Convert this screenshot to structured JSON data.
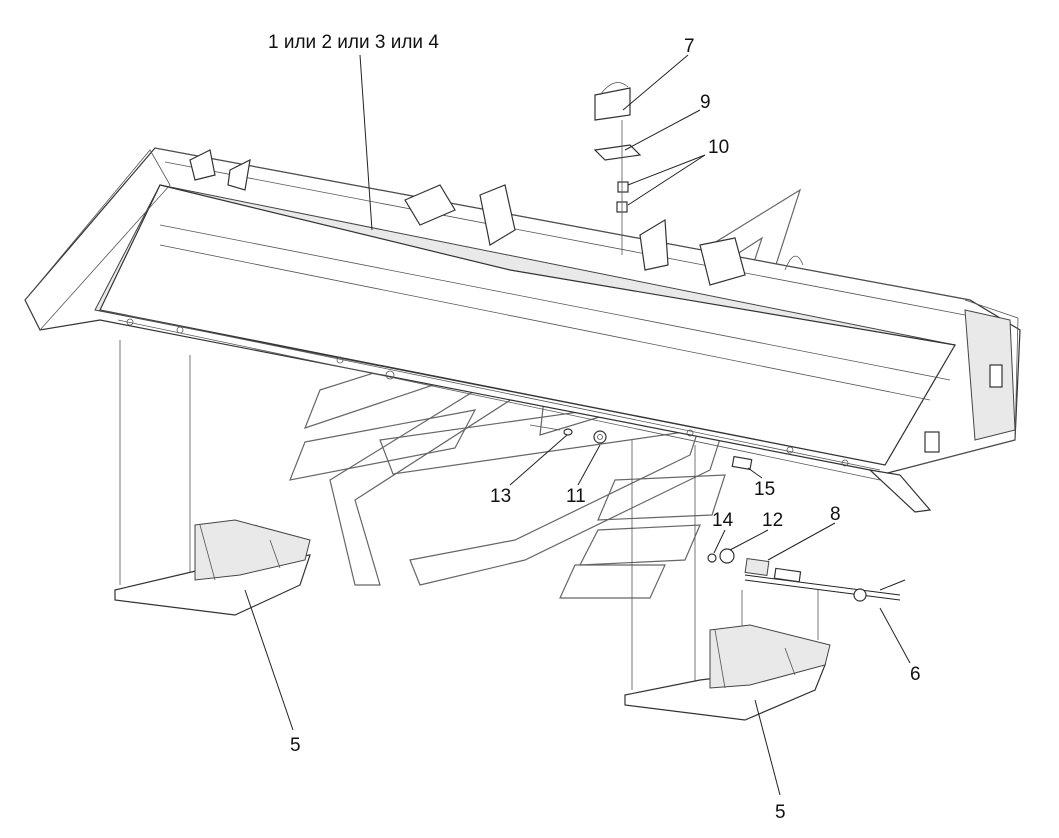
{
  "diagram": {
    "callouts": {
      "c1234": "1 или 2 или 3 или 4",
      "c7": "7",
      "c9": "9",
      "c10": "10",
      "c13": "13",
      "c11": "11",
      "c15": "15",
      "c14": "14",
      "c12": "12",
      "c8": "8",
      "c6": "6",
      "c5a": "5",
      "c5b": "5"
    }
  }
}
